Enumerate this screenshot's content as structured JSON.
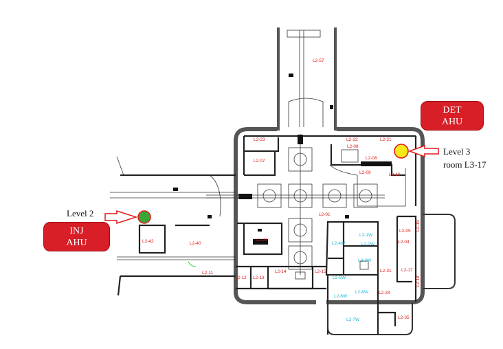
{
  "annotations": {
    "det_ahu": {
      "line1": "DET",
      "line2": "AHU"
    },
    "inj_ahu": {
      "line1": "INJ",
      "line2": "AHU"
    },
    "level2_label": "Level 2",
    "level3_label": "Level 3",
    "level3_room": "room L3-17",
    "colors": {
      "ahu_box": "#d81e26",
      "level2_marker": "#3aa63a",
      "level3_marker": "#f7e81a",
      "arrow": "#e01818"
    }
  },
  "rooms": [
    "L2-57",
    "L2-23",
    "L2-07",
    "L2-22",
    "L2-21",
    "L2-08",
    "L2-08",
    "L2-09",
    "L2-10",
    "L2-01",
    "L2-42",
    "L2-40",
    "L2-28",
    "L2-11",
    "L2-12",
    "L2-13",
    "L2-14",
    "L2-15",
    "L2-05",
    "L2-19",
    "L2-04",
    "L2-31",
    "L2-17",
    "L2-18",
    "L2-34",
    "L2-35"
  ],
  "rooms_cyan": [
    "L2-1W",
    "L2-4W",
    "L2-2W",
    "L2-3W",
    "L2-5W",
    "L2-6W",
    "L2-7W",
    "L2-8W"
  ]
}
